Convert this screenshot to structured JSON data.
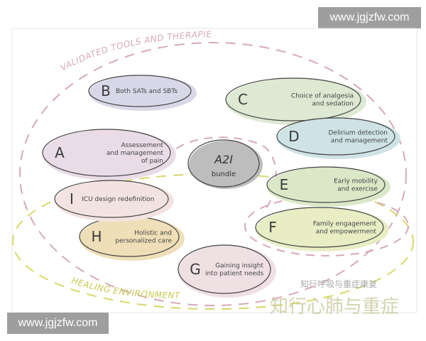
{
  "watermark": {
    "site": "www.jgjzfw.com",
    "cn_line1": "知行呼吸与重症康复",
    "cn_line2": "知行心肺与重症"
  },
  "regions": {
    "validated": {
      "label": "VALIDATED TOOLS AND THERAPIES",
      "color": "#d6aab8"
    },
    "healing": {
      "label": "HEALING ENVIRONMENT",
      "color": "#d9d86a"
    }
  },
  "center": {
    "line1": "A2I",
    "line2": "bundle",
    "color": "#bdbdbd"
  },
  "items": [
    {
      "letter": "A",
      "lines": [
        "Assessement",
        "and management",
        "of pain"
      ],
      "color": "#e9dce6"
    },
    {
      "letter": "B",
      "lines": [
        "Both SATs and SBTs"
      ],
      "color": "#d8d8e8"
    },
    {
      "letter": "C",
      "lines": [
        "Choice of analgesia",
        "and sedation"
      ],
      "color": "#dde9d3"
    },
    {
      "letter": "D",
      "lines": [
        "Delirium detection",
        "and management"
      ],
      "color": "#cfe3e6"
    },
    {
      "letter": "E",
      "lines": [
        "Early mobility",
        "and exercise"
      ],
      "color": "#dbe8c8"
    },
    {
      "letter": "F",
      "lines": [
        "Family engagement",
        "and empowerment"
      ],
      "color": "#e8edc4"
    },
    {
      "letter": "G",
      "lines": [
        "Gaining insight",
        "into patient needs"
      ],
      "color": "#efe0e4"
    },
    {
      "letter": "H",
      "lines": [
        "Holistic and",
        "personalized care"
      ],
      "color": "#efdfb8"
    },
    {
      "letter": "I",
      "lines": [
        "ICU design redefinition"
      ],
      "color": "#f3e3e0"
    }
  ]
}
